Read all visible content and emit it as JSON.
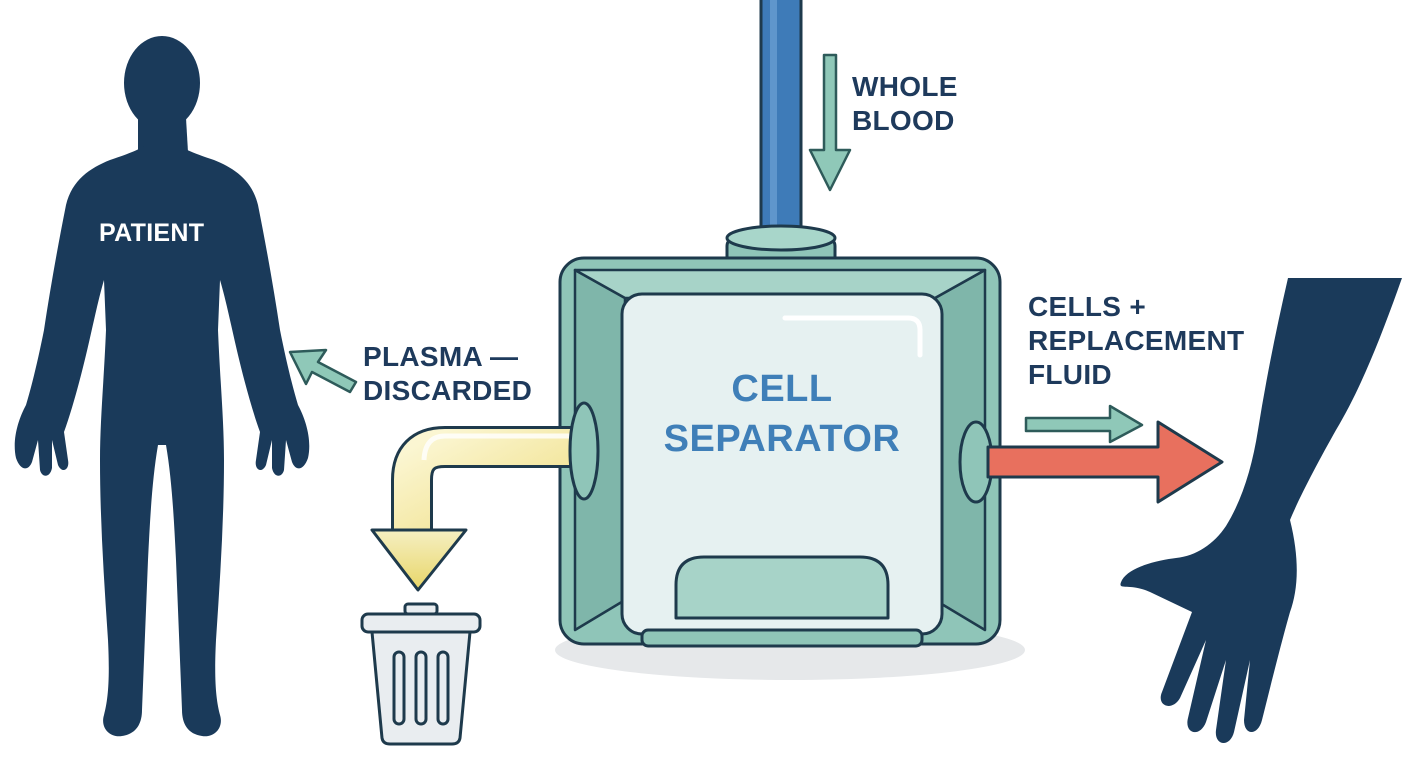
{
  "labels": {
    "patient": "PATIENT",
    "whole_blood": [
      "WHOLE",
      "BLOOD"
    ],
    "plasma": [
      "PLASMA —",
      "DISCARDED"
    ],
    "cells": [
      "CELLS +",
      "REPLACEMENT",
      "FLUID"
    ],
    "separator": [
      "CELL",
      "SEPARATOR"
    ]
  },
  "colors": {
    "silhouette": "#1a3a5a",
    "machine_body": "#8fc5b8",
    "machine_window": "#e6f1f1",
    "tube_blood": "#3e7bb8",
    "arrow_flow": "#7fbfb0",
    "plasma_tube": "#f2e8a8",
    "return_arrow": "#e8705e",
    "outline": "#1e3a4c"
  },
  "icons": [
    "trash-bin-icon",
    "patient-silhouette",
    "arm-silhouette"
  ]
}
